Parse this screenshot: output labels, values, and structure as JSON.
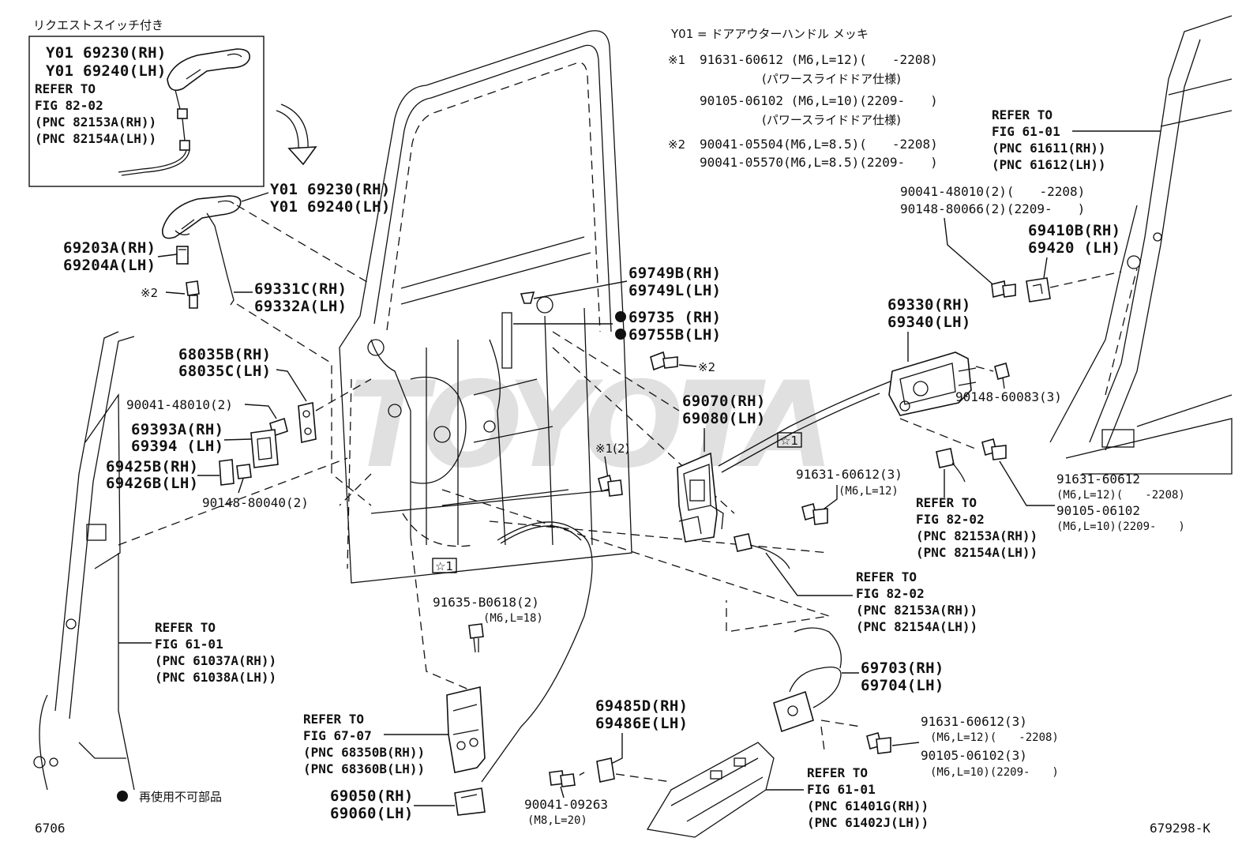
{
  "header": {
    "request_switch": "リクエストスイッチ付き",
    "y01_note": "Y01 = ドアアウターハンドル メッキ",
    "note1_mark": "※1",
    "note1_line1": "91631-60612 (M6,L=12)(　　-2208)",
    "note1_line2": "(パワースライドドア仕様)",
    "note1_line3": "90105-06102 (M6,L=10)(2209-　　)",
    "note1_line4": "(パワースライドドア仕様)",
    "note2_mark": "※2",
    "note2_line1": "90041-05504(M6,L=8.5)(　　-2208)",
    "note2_line2": "90041-05570(M6,L=8.5)(2209-　　)"
  },
  "inset": {
    "rh": "Y01 69230(RH)",
    "lh": "Y01 69240(LH)",
    "refer": "REFER TO",
    "fig": "FIG 82-02",
    "pnc_rh": "(PNC 82153A(RH))",
    "pnc_lh": "(PNC 82154A(LH))"
  },
  "labels": {
    "handle_rh": "Y01 69230(RH)",
    "handle_lh": "Y01 69240(LH)",
    "p69203_rh": "69203A(RH)",
    "p69204_lh": "69204A(LH)",
    "star2_a": "※2",
    "p69331_rh": "69331C(RH)",
    "p69332_lh": "69332A(LH)",
    "p68035b": "68035B(RH)",
    "p68035c": "68035C(LH)",
    "p90041_48010": "90041-48010(2)",
    "p69393": "69393A(RH)",
    "p69394": "69394 (LH)",
    "p69425": "69425B(RH)",
    "p69426": "69426B(LH)",
    "p90148_80040": "90148-80040(2)",
    "ref_61_01a_1": "REFER TO",
    "ref_61_01a_2": "FIG 61-01",
    "ref_61_01a_3": "(PNC 61037A(RH))",
    "ref_61_01a_4": "(PNC 61038A(LH))",
    "p69749b": "69749B(RH)",
    "p69749l": "69749L(LH)",
    "p69735": "69735 (RH)",
    "p69755b": "69755B(LH)",
    "star2_b": "※2",
    "p69070": "69070(RH)",
    "p69080": "69080(LH)",
    "star1_box1": "☆1",
    "star1_2": "※1(2)",
    "p91631_3a": "91631-60612(3)",
    "p91631_3a_sub": "(M6,L=12)",
    "star1_box2": "☆1",
    "p91635": "91635-B0618(2)",
    "p91635_sub": "(M6,L=18)",
    "ref_61_01b_1": "REFER TO",
    "ref_61_01b_2": "FIG 61-01",
    "ref_61_01b_3": "(PNC 61611(RH))",
    "ref_61_01b_4": "(PNC 61612(LH))",
    "p90041_48010b": "90041-48010(2)(　　-2208)",
    "p90148_80066": "90148-80066(2)(2209-　　)",
    "p69410b": "69410B(RH)",
    "p69420": "69420 (LH)",
    "p69330": "69330(RH)",
    "p69340": "69340(LH)",
    "p90148_60083": "90148-60083(3)",
    "p91631_b": "91631-60612",
    "p91631_b_sub": "(M6,L=12)(　　-2208)",
    "p90105_b": "90105-06102",
    "p90105_b_sub": "(M6,L=10)(2209-　　)",
    "ref_82_02b_1": "REFER TO",
    "ref_82_02b_2": "FIG 82-02",
    "ref_82_02b_3": "(PNC 82153A(RH))",
    "ref_82_02b_4": "(PNC 82154A(LH))",
    "ref_82_02c_1": "REFER TO",
    "ref_82_02c_2": "FIG 82-02",
    "ref_82_02c_3": "(PNC 82153A(RH))",
    "ref_82_02c_4": "(PNC 82154A(LH))",
    "p69703": "69703(RH)",
    "p69704": "69704(LH)",
    "p91631_3c": "91631-60612(3)",
    "p91631_3c_sub": "(M6,L=12)(　　-2208)",
    "p90105_3c": "90105-06102(3)",
    "p90105_3c_sub": "(M6,L=10)(2209-　　)",
    "ref_67_07_1": "REFER TO",
    "ref_67_07_2": "FIG 67-07",
    "ref_67_07_3": "(PNC 68350B(RH))",
    "ref_67_07_4": "(PNC 68360B(LH))",
    "p69485d": "69485D(RH)",
    "p69486e": "69486E(LH)",
    "p90041_09263": "90041-09263",
    "p90041_09263_sub": "(M8,L=20)",
    "ref_61_01c_1": "REFER TO",
    "ref_61_01c_2": "FIG 61-01",
    "ref_61_01c_3": "(PNC 61401G(RH))",
    "ref_61_01c_4": "(PNC 61402J(LH))",
    "p69050": "69050(RH)",
    "p69060": "69060(LH)"
  },
  "footer": {
    "legend": "再使用不可部品",
    "page_code": "6706",
    "fig_code": "679298-K"
  },
  "watermark": "TOYOTA"
}
